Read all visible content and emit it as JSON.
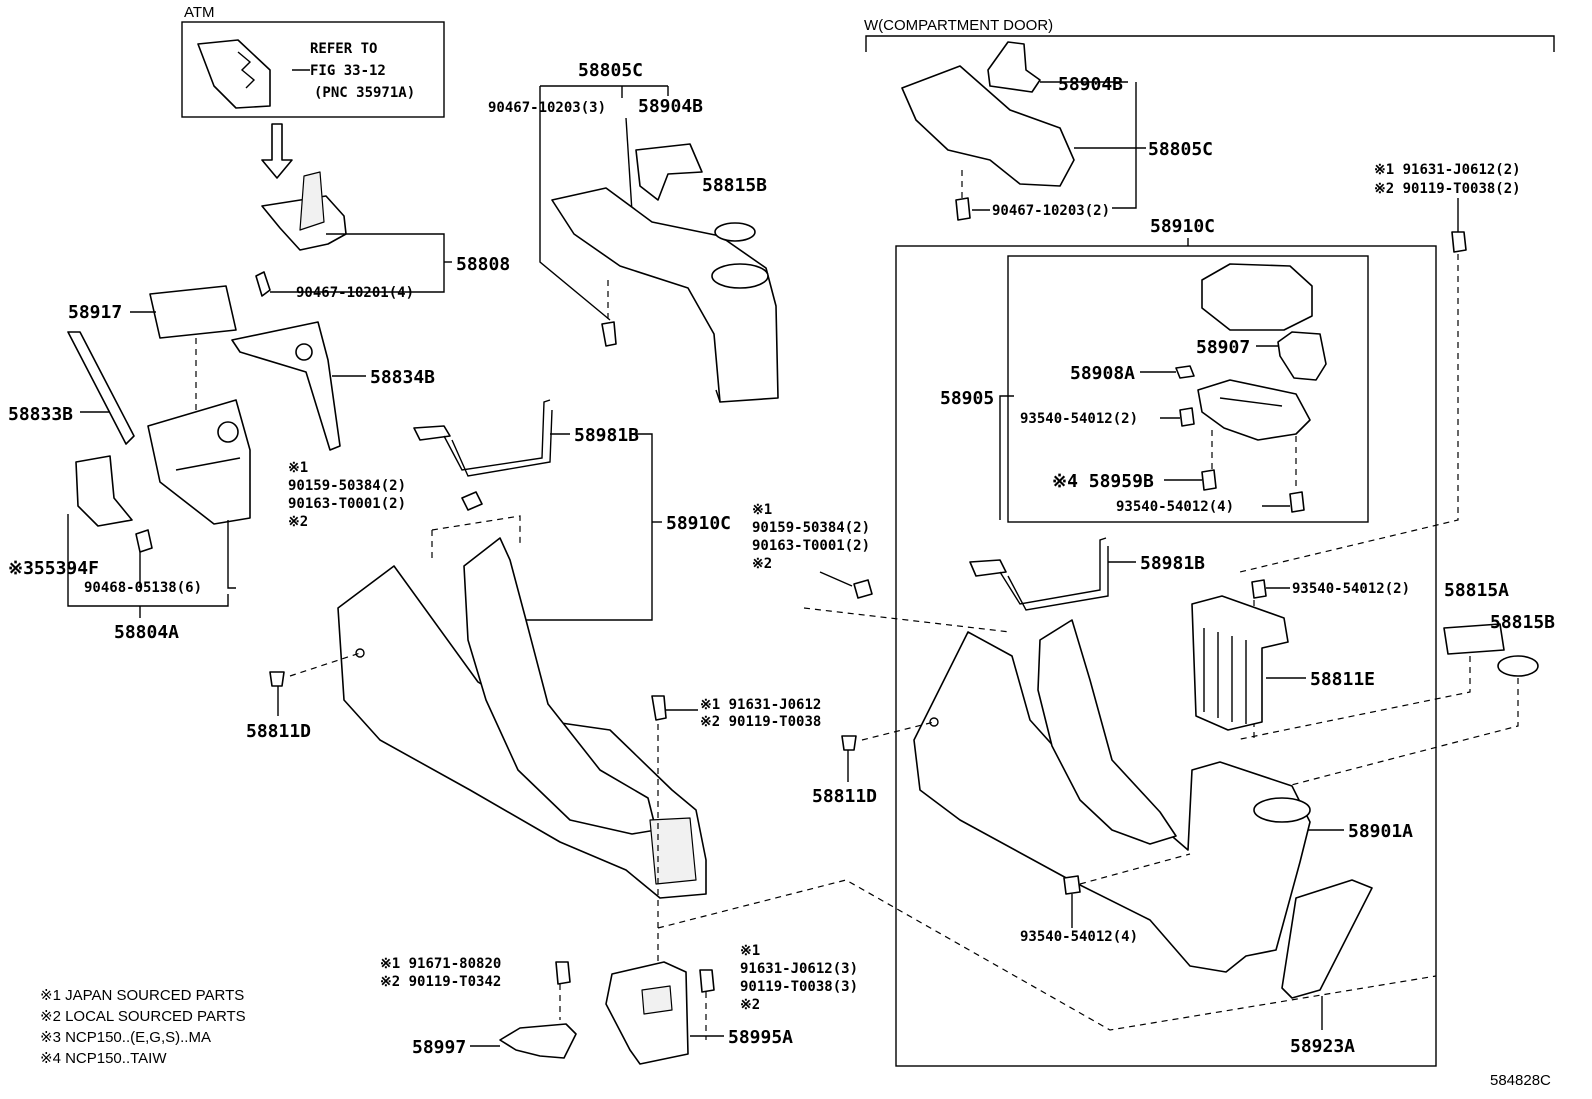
{
  "variants": {
    "atm": "ATM",
    "compartment_door": "W(COMPARTMENT DOOR)"
  },
  "atm_box": {
    "refer_line1": "REFER TO",
    "refer_line2": "FIG 33-12",
    "refer_line3": "(PNC 35971A)"
  },
  "parts": {
    "p58805C_a": "58805C",
    "p90467_10203_a": "90467-10203(3)",
    "p58904B_a": "58904B",
    "p58815B_a": "58815B",
    "p58808": "58808",
    "p90467_10201": "90467-10201(4)",
    "p58917": "58917",
    "p58834B": "58834B",
    "p58833B": "58833B",
    "p58981B_a": "58981B",
    "p58910C_a": "58910C",
    "p55394F": "※355394F",
    "p90468_05138": "90468-05138(6)",
    "p58804A": "58804A",
    "p58811D_a": "58811D",
    "s1_a": "※1",
    "p90159_50384_a": "90159-50384(2)",
    "p90163_T0001_a": "90163-T0001(2)",
    "s2_a": "※2",
    "p91631_J0612_a": "※1 91631-J0612",
    "p90119_T0038_a": "※2 90119-T0038",
    "p91671_80820": "※1 91671-80820",
    "p90119_T0342": "※2 90119-T0342",
    "p58997": "58997",
    "s1_b": "※1",
    "p91631_J0612_b": "91631-J0612(3)",
    "p90119_T0038_b": "90119-T0038(3)",
    "s2_b": "※2",
    "p58995A": "58995A",
    "p58904B_b": "58904B",
    "p58805C_b": "58805C",
    "p90467_10203_b": "90467-10203(2)",
    "p91631_J0612_c": "※1 91631-J0612(2)",
    "p90119_T0038_c": "※2 90119-T0038(2)",
    "p58910C_b": "58910C",
    "p58907": "58907",
    "p58908A": "58908A",
    "p58905": "58905",
    "p93540_54012_a": "93540-54012(2)",
    "p58959B": "※4 58959B",
    "p93540_54012_b": "93540-54012(4)",
    "s1_c": "※1",
    "p90159_50384_b": "90159-50384(2)",
    "p90163_T0001_b": "90163-T0001(2)",
    "s2_c": "※2",
    "p58981B_b": "58981B",
    "p93540_54012_c": "93540-54012(2)",
    "p58815A": "58815A",
    "p58815B_b": "58815B",
    "p58811E": "58811E",
    "p58811D_b": "58811D",
    "p58901A": "58901A",
    "p93540_54012_d": "93540-54012(4)",
    "p58923A": "58923A"
  },
  "legend": [
    "※1 JAPAN SOURCED PARTS",
    "※2 LOCAL SOURCED PARTS",
    "※3 NCP150..(E,G,S)..MA",
    "※4 NCP150..TAIW"
  ],
  "figure_code": "584828C"
}
